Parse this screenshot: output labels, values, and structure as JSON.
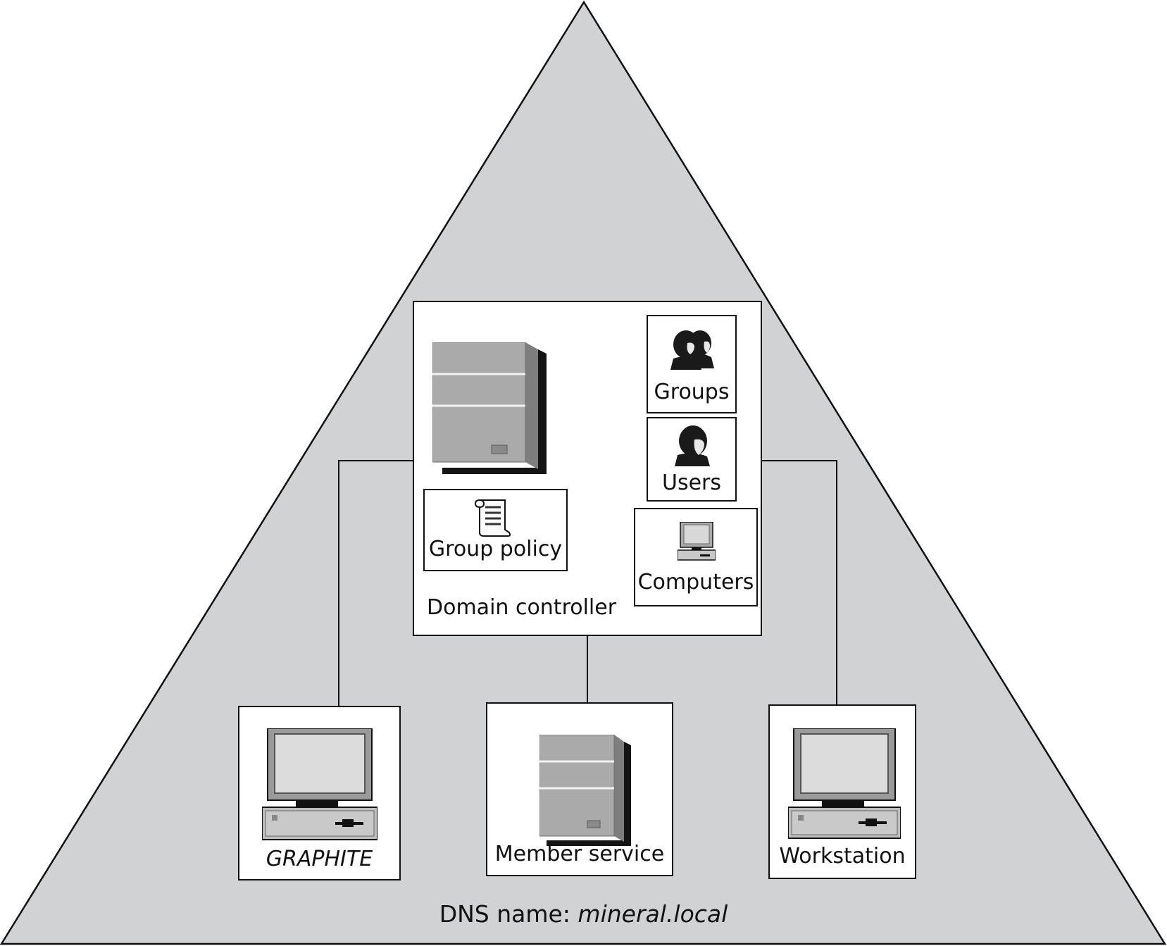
{
  "colors": {
    "triangle": "#d1d2d4",
    "stroke": "#111111"
  },
  "domain_controller": {
    "label": "Domain controller",
    "children": {
      "groups": "Groups",
      "users": "Users",
      "computers": "Computers",
      "group_policy": "Group policy"
    }
  },
  "members": {
    "graphite": "GRAPHITE",
    "member_service": "Member service",
    "workstation": "Workstation"
  },
  "dns": {
    "prefix": "DNS name: ",
    "name": "mineral.local"
  }
}
